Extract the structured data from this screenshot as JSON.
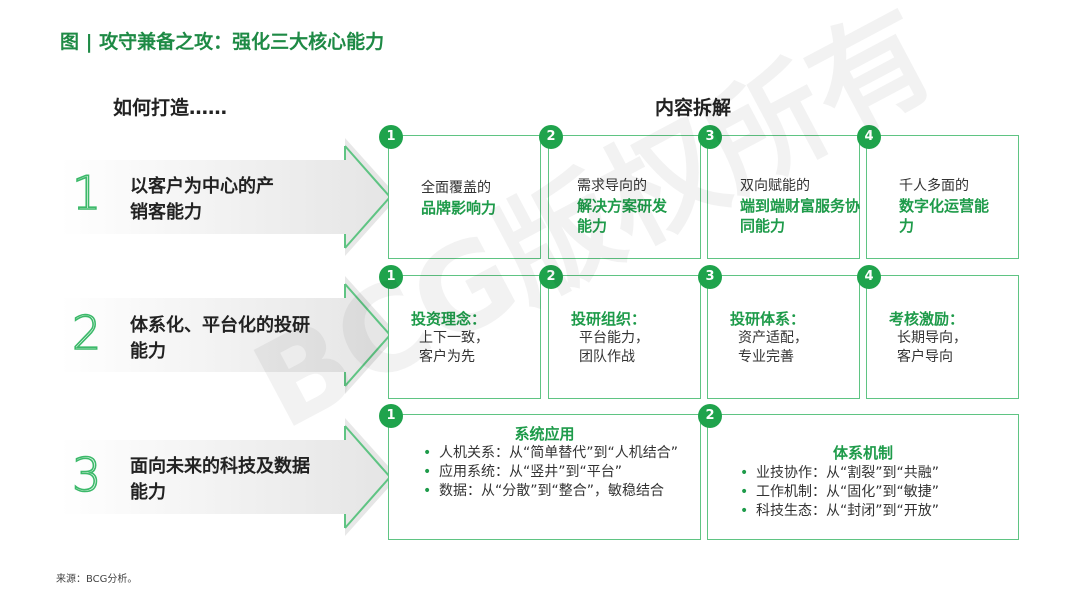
{
  "title": "图 | 攻守兼备之攻：强化三大核心能力",
  "left_heading": "如何打造……",
  "right_heading": "内容拆解",
  "rows": [
    {
      "num": "1",
      "label": "以客户为中心的产销客能力",
      "boxes": [
        {
          "badge": "1",
          "line1": "全面覆盖的",
          "green": "品牌影响力"
        },
        {
          "badge": "2",
          "line1": "需求导向的",
          "green": "解决方案研发能力"
        },
        {
          "badge": "3",
          "line1": "双向赋能的",
          "green": "端到端财富服务协同能力"
        },
        {
          "badge": "4",
          "line1": "千人多面的",
          "green": "数字化运营能力"
        }
      ]
    },
    {
      "num": "2",
      "label": "体系化、平台化的投研能力",
      "boxes": [
        {
          "badge": "1",
          "head": "投资理念：",
          "body1": "上下一致，",
          "body2": "客户为先"
        },
        {
          "badge": "2",
          "head": "投研组织：",
          "body1": "平台能力，",
          "body2": "团队作战"
        },
        {
          "badge": "3",
          "head": "投研体系：",
          "body1": "资产适配，",
          "body2": "专业完善"
        },
        {
          "badge": "4",
          "head": "考核激励：",
          "body1": "长期导向，",
          "body2": "客户导向"
        }
      ]
    },
    {
      "num": "3",
      "label": "面向未来的科技及数据能力",
      "boxes": [
        {
          "badge": "1",
          "head": "系统应用",
          "items": [
            "人机关系：从“简单替代”到“人机结合”",
            "应用系统：从“竖井”到“平台”",
            "数据：从“分散”到“整合”，敏稳结合"
          ]
        },
        {
          "badge": "2",
          "head": "体系机制",
          "items": [
            "业技协作：从“割裂”到“共融”",
            "工作机制：从“固化”到“敏捷”",
            "科技生态：从“封闭”到“开放”"
          ]
        }
      ]
    }
  ],
  "watermark": "BCG版权所有",
  "source": "来源：BCG分析。",
  "colors": {
    "accent": "#1e9b4a",
    "badge": "#1fa34c",
    "border": "#5fc483"
  }
}
